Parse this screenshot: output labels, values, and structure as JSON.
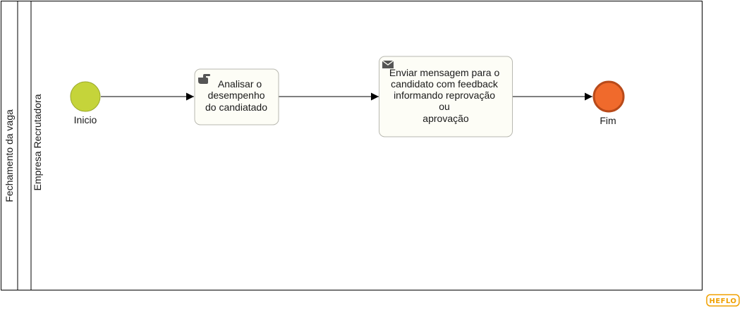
{
  "pool": {
    "label": "Fechamento da vaga"
  },
  "lane": {
    "label": "Empresa Recrutadora"
  },
  "start_event": {
    "label": "Inicio",
    "color": "#c5d43a",
    "stroke": "#9aa82c"
  },
  "end_event": {
    "label": "Fim",
    "color": "#f06a2c",
    "stroke": "#b84a1a"
  },
  "task_manual": {
    "lines": [
      "Analisar o",
      "desempenho",
      "do candiatado"
    ],
    "icon": "hand-pointing-icon"
  },
  "task_send": {
    "lines": [
      "Enviar mensagem para o",
      "candidato com feedback",
      "informando reprovação",
      "ou",
      "aprovação"
    ],
    "icon": "envelope-icon"
  },
  "task_fill": "#fdfdf6",
  "task_stroke": "#b8b8b0",
  "logo": {
    "text": "HEFLO",
    "color": "#f0a000"
  }
}
